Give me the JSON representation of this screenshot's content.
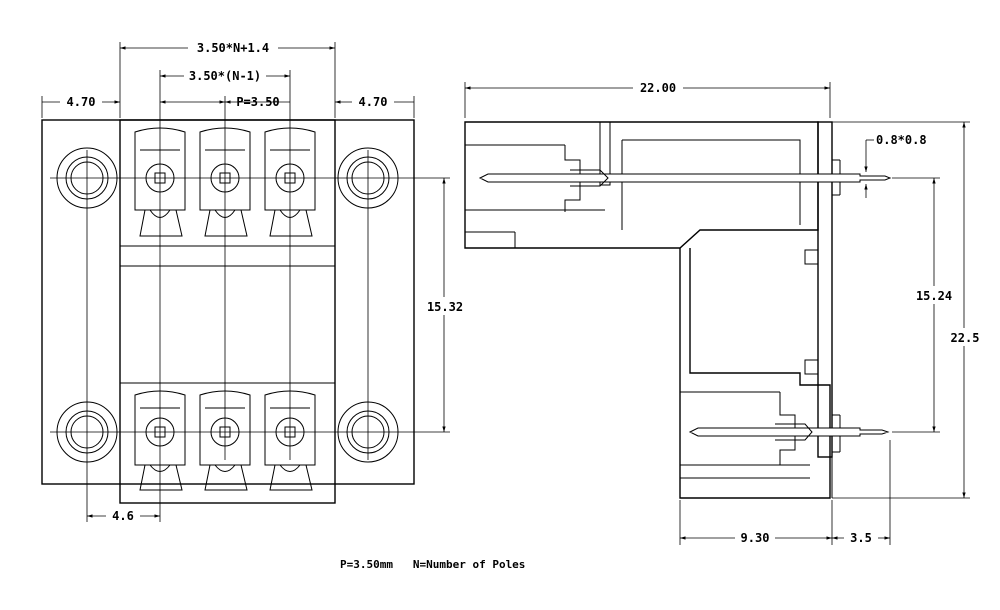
{
  "front_view": {
    "dim_overall_width": "3.50*N+1.4",
    "dim_pin_span": "3.50*(N-1)",
    "dim_pitch": "P=3.50",
    "dim_flange_left": "4.70",
    "dim_flange_right": "4.70",
    "dim_row_spacing": "15.32",
    "dim_mount_offset": "4.6"
  },
  "side_view": {
    "dim_overall_depth": "22.00",
    "dim_pin_section": "0.8*0.8",
    "dim_pin_spacing": "15.24",
    "dim_overall_height": "22.5",
    "dim_body_to_pcb": "9.30",
    "dim_pin_protrusion": "3.5"
  },
  "footnote": "P=3.50mm   N=Number of Poles"
}
